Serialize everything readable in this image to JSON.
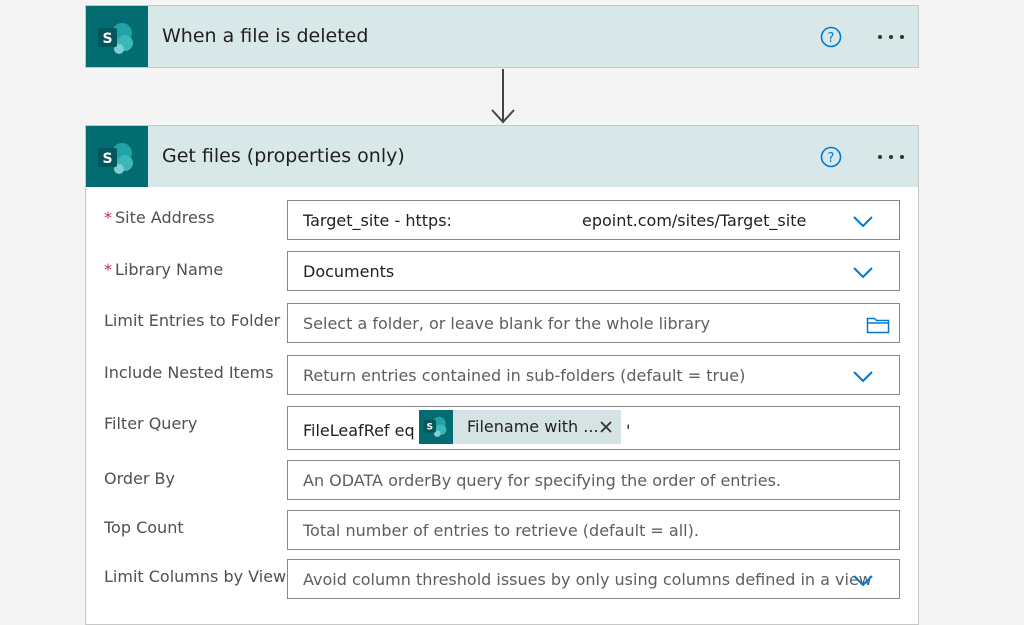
{
  "trigger": {
    "title": "When a file is deleted",
    "logo_letter": "S"
  },
  "action": {
    "title": "Get files (properties only)",
    "logo_letter": "S"
  },
  "fields": {
    "site_address": {
      "label": "Site Address",
      "required_mark": "*",
      "value_prefix": "Target_site - https:",
      "value_suffix": "epoint.com/sites/Target_site"
    },
    "library_name": {
      "label": "Library Name",
      "required_mark": "*",
      "value": "Documents"
    },
    "limit_folder": {
      "label": "Limit Entries to Folder",
      "placeholder": "Select a folder, or leave blank for the whole library"
    },
    "nested_items": {
      "label": "Include Nested Items",
      "placeholder": "Return entries contained in sub-folders (default = true)"
    },
    "filter_query": {
      "label": "Filter Query",
      "prefix": "FileLeafRef eq '",
      "token_label": "Filename with ...",
      "token_logo_letter": "S",
      "suffix": "'"
    },
    "order_by": {
      "label": "Order By",
      "placeholder": "An ODATA orderBy query for specifying the order of entries."
    },
    "top_count": {
      "label": "Top Count",
      "placeholder": "Total number of entries to retrieve (default = all)."
    },
    "limit_columns": {
      "label": "Limit Columns by View",
      "placeholder": "Avoid column threshold issues by only using columns defined in a view"
    }
  },
  "icons": {
    "sharepoint": "sharepoint-logo-icon",
    "help": "help-circle-icon",
    "more": "more-options-icon",
    "dropdown": "chevron-down-icon",
    "folder": "folder-icon",
    "remove_token": "close-icon",
    "flow_arrow": "arrow-down-icon"
  },
  "colors": {
    "sharepoint_teal": "#036c70",
    "header_bg": "#d8e8e9",
    "accent_blue": "#0078d4",
    "required_red": "#c4314b"
  }
}
